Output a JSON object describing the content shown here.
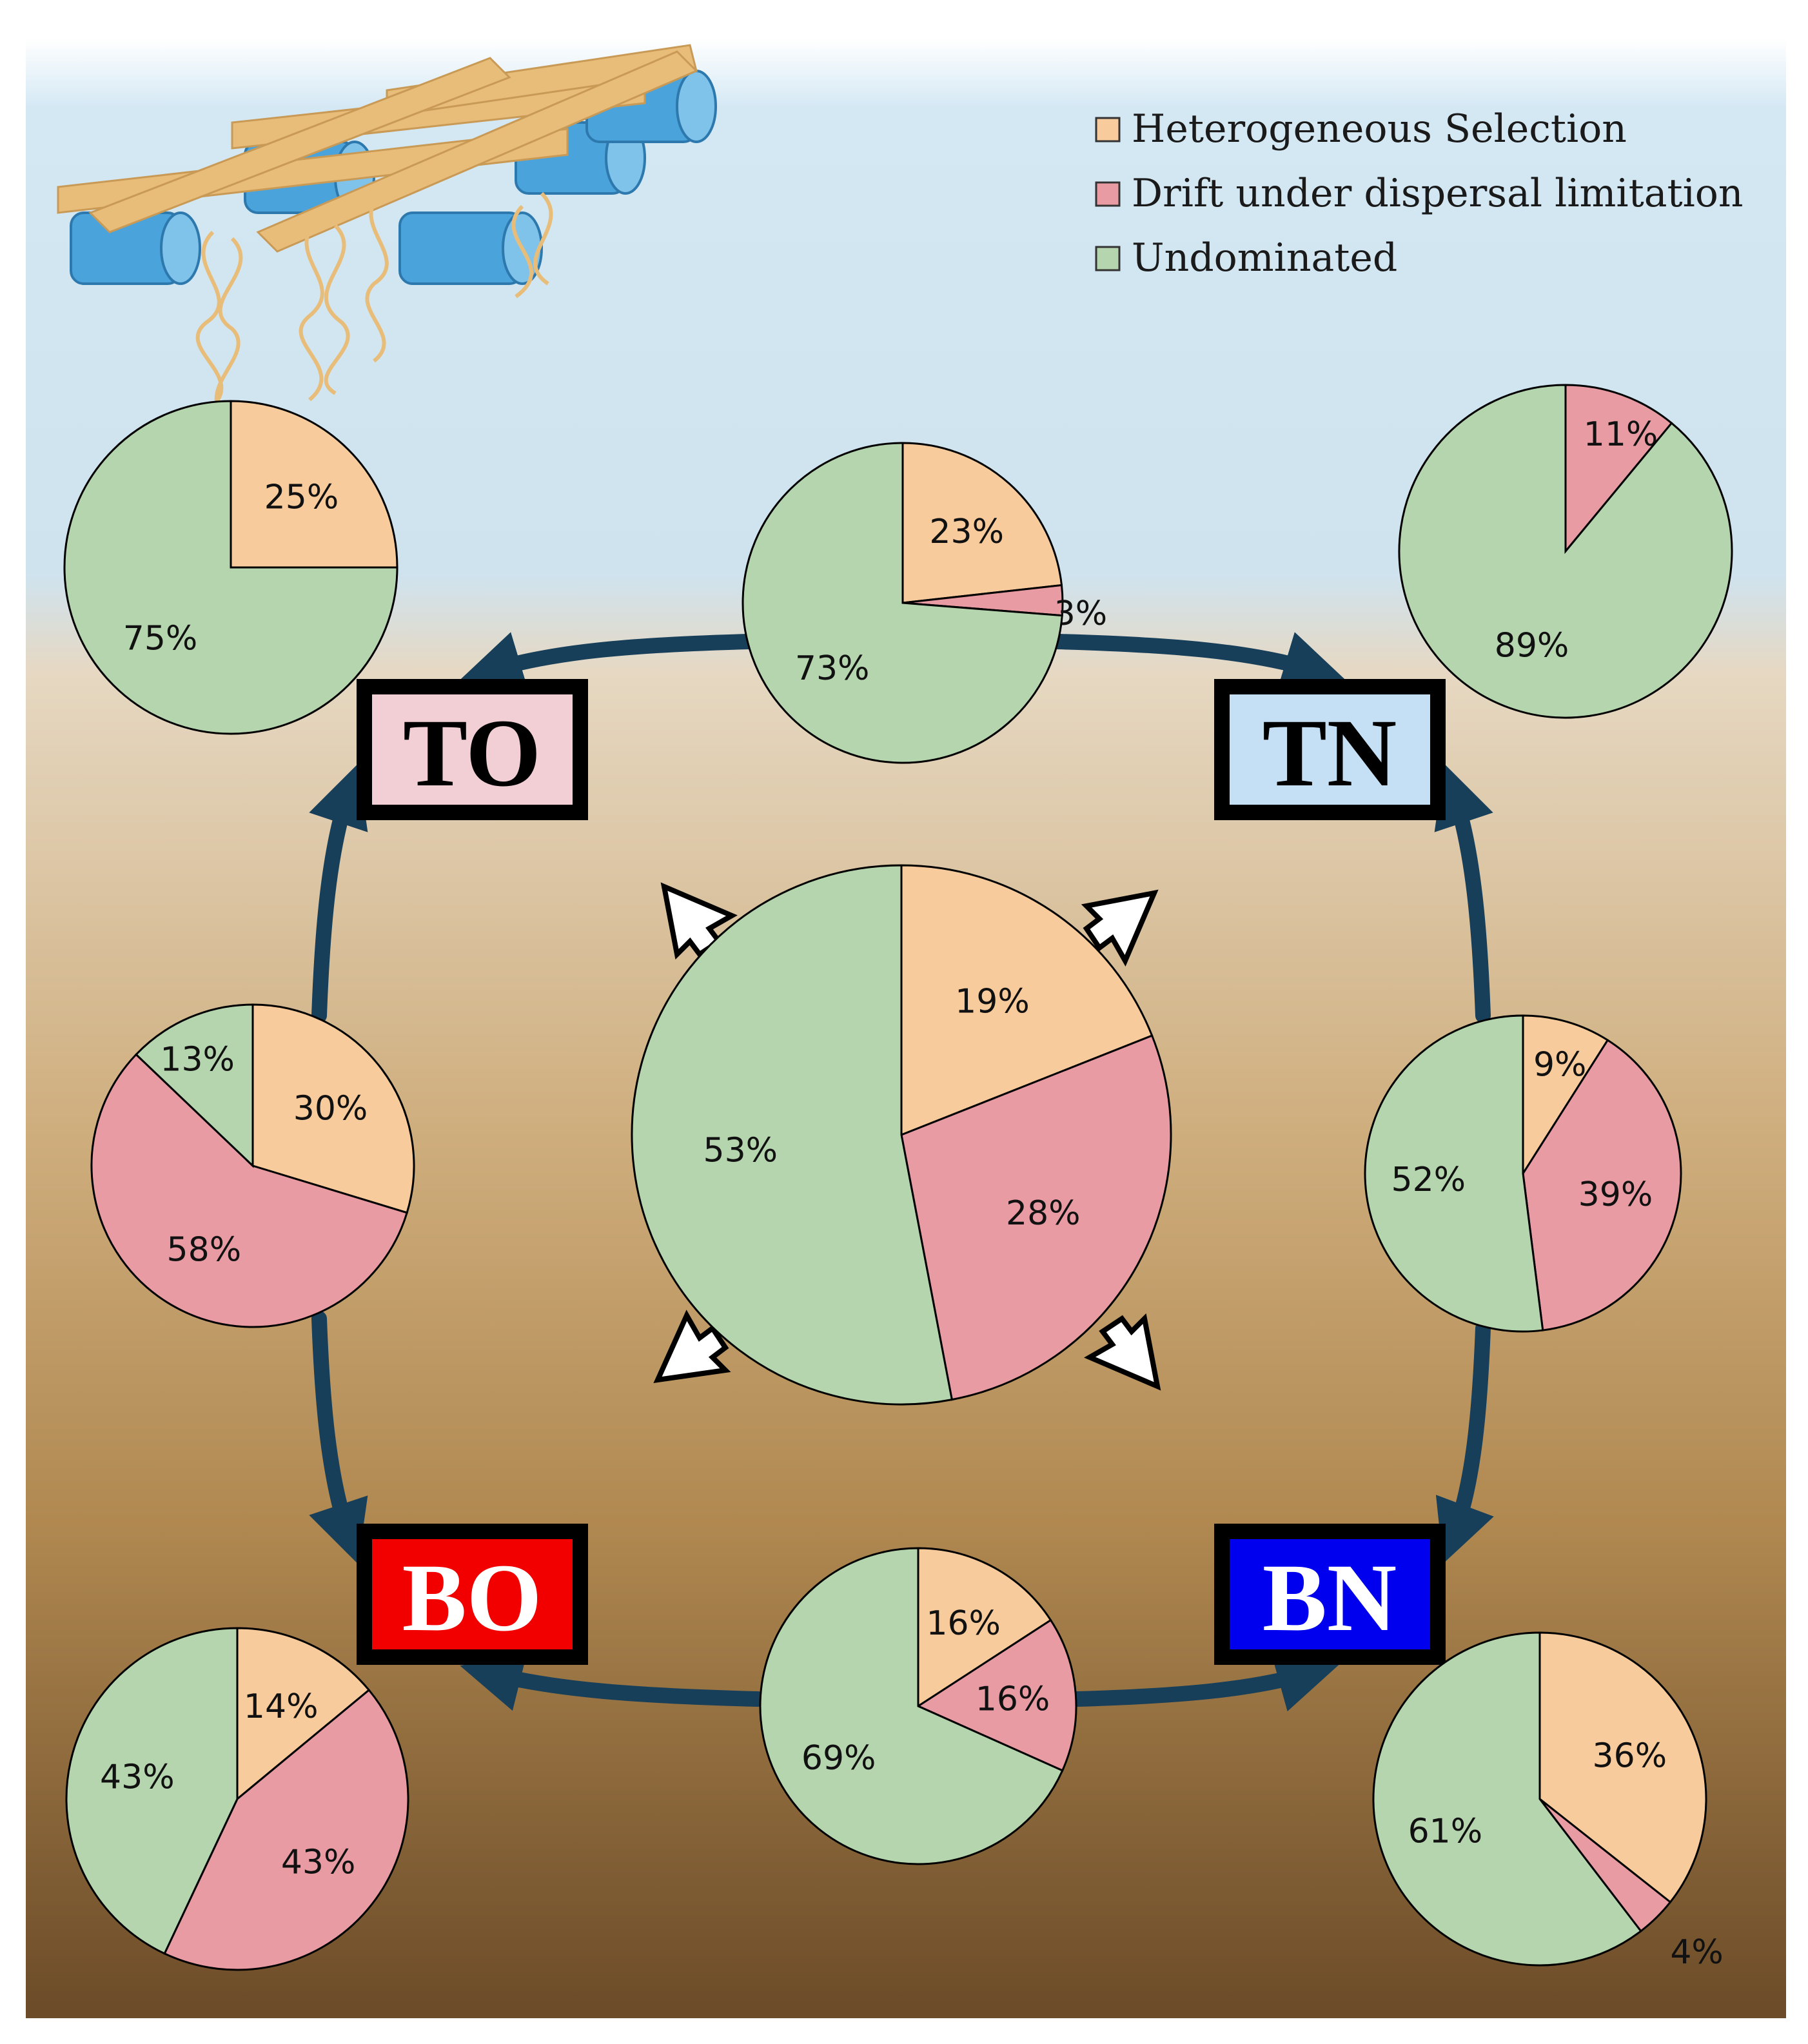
{
  "legend": [
    {
      "label": "Heterogeneous Selection",
      "color": "#f8cb9c"
    },
    {
      "label": "Drift under dispersal limitation",
      "color": "#e89ba3"
    },
    {
      "label": "Undominated",
      "color": "#b5d5ae"
    }
  ],
  "sites": {
    "TO": {
      "label": "TO",
      "fill": "#f2cfd5",
      "text_color": "#000000"
    },
    "TN": {
      "label": "TN",
      "fill": "#c5e0f4",
      "text_color": "#000000"
    },
    "BO": {
      "label": "BO",
      "fill": "#f20000",
      "text_color": "#ffffff"
    },
    "BN": {
      "label": "BN",
      "fill": "#0000ee",
      "text_color": "#ffffff"
    }
  },
  "colors": {
    "heterogeneous_selection": "#f8cb9c",
    "drift": "#e89ba3",
    "undominated": "#b5d5ae",
    "arrow": "#173f5a"
  },
  "chart_data": [
    {
      "id": "TO",
      "type": "pie",
      "slices": [
        {
          "series": "Heterogeneous Selection",
          "value": 25,
          "label": "25%"
        },
        {
          "series": "Undominated",
          "value": 75,
          "label": "75%"
        }
      ]
    },
    {
      "id": "TO-TN",
      "type": "pie",
      "slices": [
        {
          "series": "Heterogeneous Selection",
          "value": 23,
          "label": "23%"
        },
        {
          "series": "Drift under dispersal limitation",
          "value": 3,
          "label": "3%"
        },
        {
          "series": "Undominated",
          "value": 73,
          "label": "73%"
        }
      ]
    },
    {
      "id": "TN",
      "type": "pie",
      "slices": [
        {
          "series": "Drift under dispersal limitation",
          "value": 11,
          "label": "11%"
        },
        {
          "series": "Undominated",
          "value": 89,
          "label": "89%"
        }
      ]
    },
    {
      "id": "TO-BO",
      "type": "pie",
      "slices": [
        {
          "series": "Heterogeneous Selection",
          "value": 30,
          "label": "30%"
        },
        {
          "series": "Drift under dispersal limitation",
          "value": 58,
          "label": "58%"
        },
        {
          "series": "Undominated",
          "value": 13,
          "label": "13%"
        }
      ]
    },
    {
      "id": "all",
      "type": "pie",
      "slices": [
        {
          "series": "Heterogeneous Selection",
          "value": 19,
          "label": "19%"
        },
        {
          "series": "Drift under dispersal limitation",
          "value": 28,
          "label": "28%"
        },
        {
          "series": "Undominated",
          "value": 53,
          "label": "53%"
        }
      ]
    },
    {
      "id": "TN-BN",
      "type": "pie",
      "slices": [
        {
          "series": "Heterogeneous Selection",
          "value": 9,
          "label": "9%"
        },
        {
          "series": "Drift under dispersal limitation",
          "value": 39,
          "label": "39%"
        },
        {
          "series": "Undominated",
          "value": 52,
          "label": "52%"
        }
      ]
    },
    {
      "id": "BO",
      "type": "pie",
      "slices": [
        {
          "series": "Heterogeneous Selection",
          "value": 14,
          "label": "14%"
        },
        {
          "series": "Drift under dispersal limitation",
          "value": 43,
          "label": "43%"
        },
        {
          "series": "Undominated",
          "value": 43,
          "label": "43%"
        }
      ]
    },
    {
      "id": "BO-BN",
      "type": "pie",
      "slices": [
        {
          "series": "Heterogeneous Selection",
          "value": 16,
          "label": "16%"
        },
        {
          "series": "Drift under dispersal limitation",
          "value": 16,
          "label": "16%"
        },
        {
          "series": "Undominated",
          "value": 69,
          "label": "69%"
        }
      ]
    },
    {
      "id": "BN",
      "type": "pie",
      "slices": [
        {
          "series": "Heterogeneous Selection",
          "value": 36,
          "label": "36%"
        },
        {
          "series": "Drift under dispersal limitation",
          "value": 4,
          "label": "4%"
        },
        {
          "series": "Undominated",
          "value": 61,
          "label": "61%"
        }
      ]
    }
  ]
}
